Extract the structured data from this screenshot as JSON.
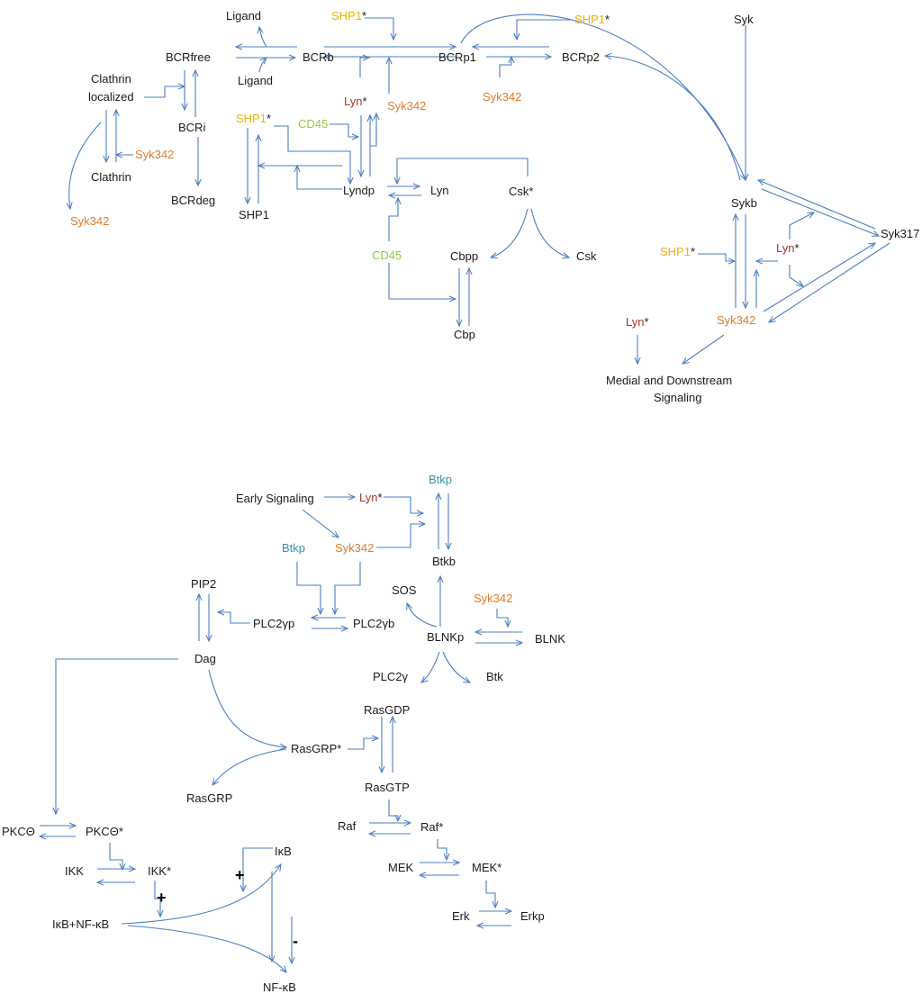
{
  "colors": {
    "arrow": "#4a7ebf",
    "default_text": "#1a1a1a",
    "shp1": "#e8b400",
    "syk342": "#e07b2a",
    "lyn": "#a33a2a",
    "cd45": "#8ccc45",
    "btkp": "#3b8fa8"
  },
  "labels": {
    "ligand_top": "Ligand",
    "ligand_bottom": "Ligand",
    "shp1_star_a": "SHP1",
    "shp1_star_b": "SHP1",
    "shp1_star_c": "SHP1",
    "shp1_star_d": "SHP1",
    "star": "*",
    "syk_top": "Syk",
    "bcrfree": "BCRfree",
    "bcrb": "BCRb",
    "bcrp1": "BCRp1",
    "bcrp2": "BCRp2",
    "clathrin_localized_1": "Clathrin",
    "clathrin_localized_2": "localized",
    "lyn_star_a": "Lyn",
    "lyn_star_b": "Lyn",
    "lyn_star_c": "Lyn",
    "lyn_star_d": "Lyn",
    "syk342_a": "Syk342",
    "syk342_b": "Syk342",
    "syk342_c": "Syk342",
    "syk342_d": "Syk342",
    "syk342_e": "Syk342",
    "syk342_f": "Syk342",
    "syk342_g": "Syk342",
    "bcri": "BCRi",
    "cd45_a": "CD45",
    "cd45_b": "CD45",
    "clathrin": "Clathrin",
    "lyndp": "Lyndp",
    "lyn": "Lyn",
    "csk_star": "Csk*",
    "bcrdeg": "BCRdeg",
    "shp1": "SHP1",
    "sykb": "Sykb",
    "syk317": "Syk317",
    "cbpp": "Cbpp",
    "csk": "Csk",
    "cbp": "Cbp",
    "medial_1": "Medial and Downstream",
    "medial_2": "Signaling",
    "btkp_a": "Btkp",
    "btkp_b": "Btkp",
    "early_signaling": "Early Signaling",
    "btkb": "Btkb",
    "pip2": "PIP2",
    "sos": "SOS",
    "plc2yp": "PLC2γp",
    "plc2yb": "PLC2γb",
    "blnkp": "BLNKp",
    "blnk": "BLNK",
    "dag": "Dag",
    "plc2y": "PLC2γ",
    "btk": "Btk",
    "rasgdp": "RasGDP",
    "rasgrp_star": "RasGRP*",
    "rasgtp": "RasGTP",
    "rasgrp": "RasGRP",
    "raf": "Raf",
    "raf_star": "Raf*",
    "pkct": "PKCΘ",
    "pkct_star": "PKCΘ*",
    "ikb": "IκB",
    "ikk": "IKK",
    "ikk_star": "IKK*",
    "mek": "MEK",
    "mek_star": "MEK*",
    "ikb_nfkb": "IκB+NF-κB",
    "erk": "Erk",
    "erkp": "Erkp",
    "nfkb": "NF-κB",
    "plus": "+",
    "minus": "-"
  }
}
